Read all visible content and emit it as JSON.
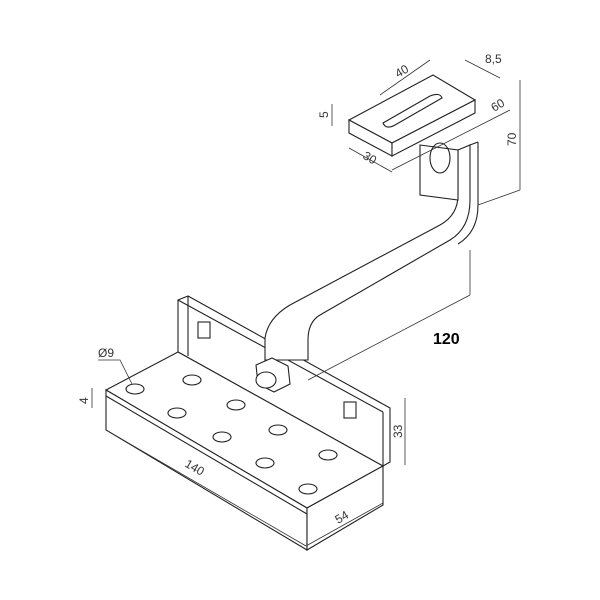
{
  "drawing": {
    "title_dimension": "120",
    "dimensions": {
      "slot_length": "40",
      "slot_width": "8,5",
      "tab_thickness": "5",
      "tab_depth": "30",
      "tab_width": "60",
      "upright_height": "70",
      "hole_diameter": "Ø9",
      "base_thickness": "4",
      "base_length": "140",
      "base_width": "54",
      "flange_height": "33"
    }
  }
}
